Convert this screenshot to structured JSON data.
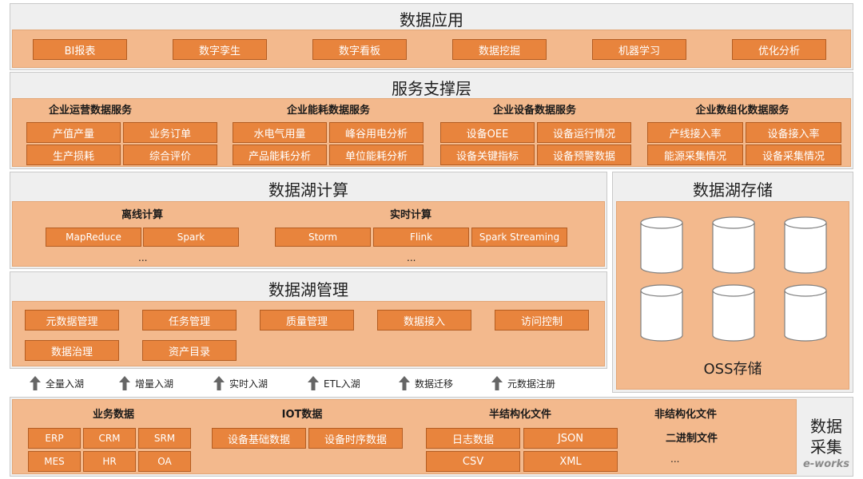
{
  "app": {
    "title": "数据应用",
    "items": [
      "BI报表",
      "数字孪生",
      "数字看板",
      "数据挖掘",
      "机器学习",
      "优化分析"
    ]
  },
  "service": {
    "title": "服务支撑层",
    "groups": [
      {
        "title": "企业运营数据服务",
        "items": [
          "产值产量",
          "业务订单",
          "生产损耗",
          "综合评价"
        ]
      },
      {
        "title": "企业能耗数据服务",
        "items": [
          "水电气用量",
          "峰谷用电分析",
          "产品能耗分析",
          "单位能耗分析"
        ]
      },
      {
        "title": "企业设备数据服务",
        "items": [
          "设备OEE",
          "设备运行情况",
          "设备关键指标",
          "设备预警数据"
        ]
      },
      {
        "title": "企业数组化数据服务",
        "items": [
          "产线接入率",
          "设备接入率",
          "能源采集情况",
          "设备采集情况"
        ]
      }
    ]
  },
  "compute": {
    "title": "数据湖计算",
    "offline": {
      "title": "离线计算",
      "items": [
        "MapReduce",
        "Spark"
      ],
      "more": "..."
    },
    "realtime": {
      "title": "实时计算",
      "items": [
        "Storm",
        "Flink",
        "Spark Streaming"
      ],
      "more": "..."
    }
  },
  "manage": {
    "title": "数据湖管理",
    "items": [
      "元数据管理",
      "任务管理",
      "质量管理",
      "数据接入",
      "访问控制",
      "数据治理",
      "资产目录"
    ]
  },
  "storage": {
    "title": "数据湖存储",
    "label": "OSS存储"
  },
  "ingest": [
    "全量入湖",
    "增量入湖",
    "实时入湖",
    "ETL入湖",
    "数据迁移",
    "元数据注册"
  ],
  "collect": {
    "side_title_1": "数据",
    "side_title_2": "采集",
    "watermark": "e-works",
    "business": {
      "title": "业务数据",
      "items": [
        "ERP",
        "CRM",
        "SRM",
        "MES",
        "HR",
        "OA"
      ]
    },
    "iot": {
      "title": "IOT数据",
      "items": [
        "设备基础数据",
        "设备时序数据"
      ]
    },
    "semi": {
      "title": "半结构化文件",
      "items": [
        "日志数据",
        "JSON",
        "CSV",
        "XML"
      ]
    },
    "unstructured": {
      "title": "非结构化文件",
      "items": [
        "二进制文件",
        "..."
      ]
    }
  },
  "colors": {
    "button": "#e8843d",
    "band": "#f3b98d",
    "panel": "#efefef"
  }
}
